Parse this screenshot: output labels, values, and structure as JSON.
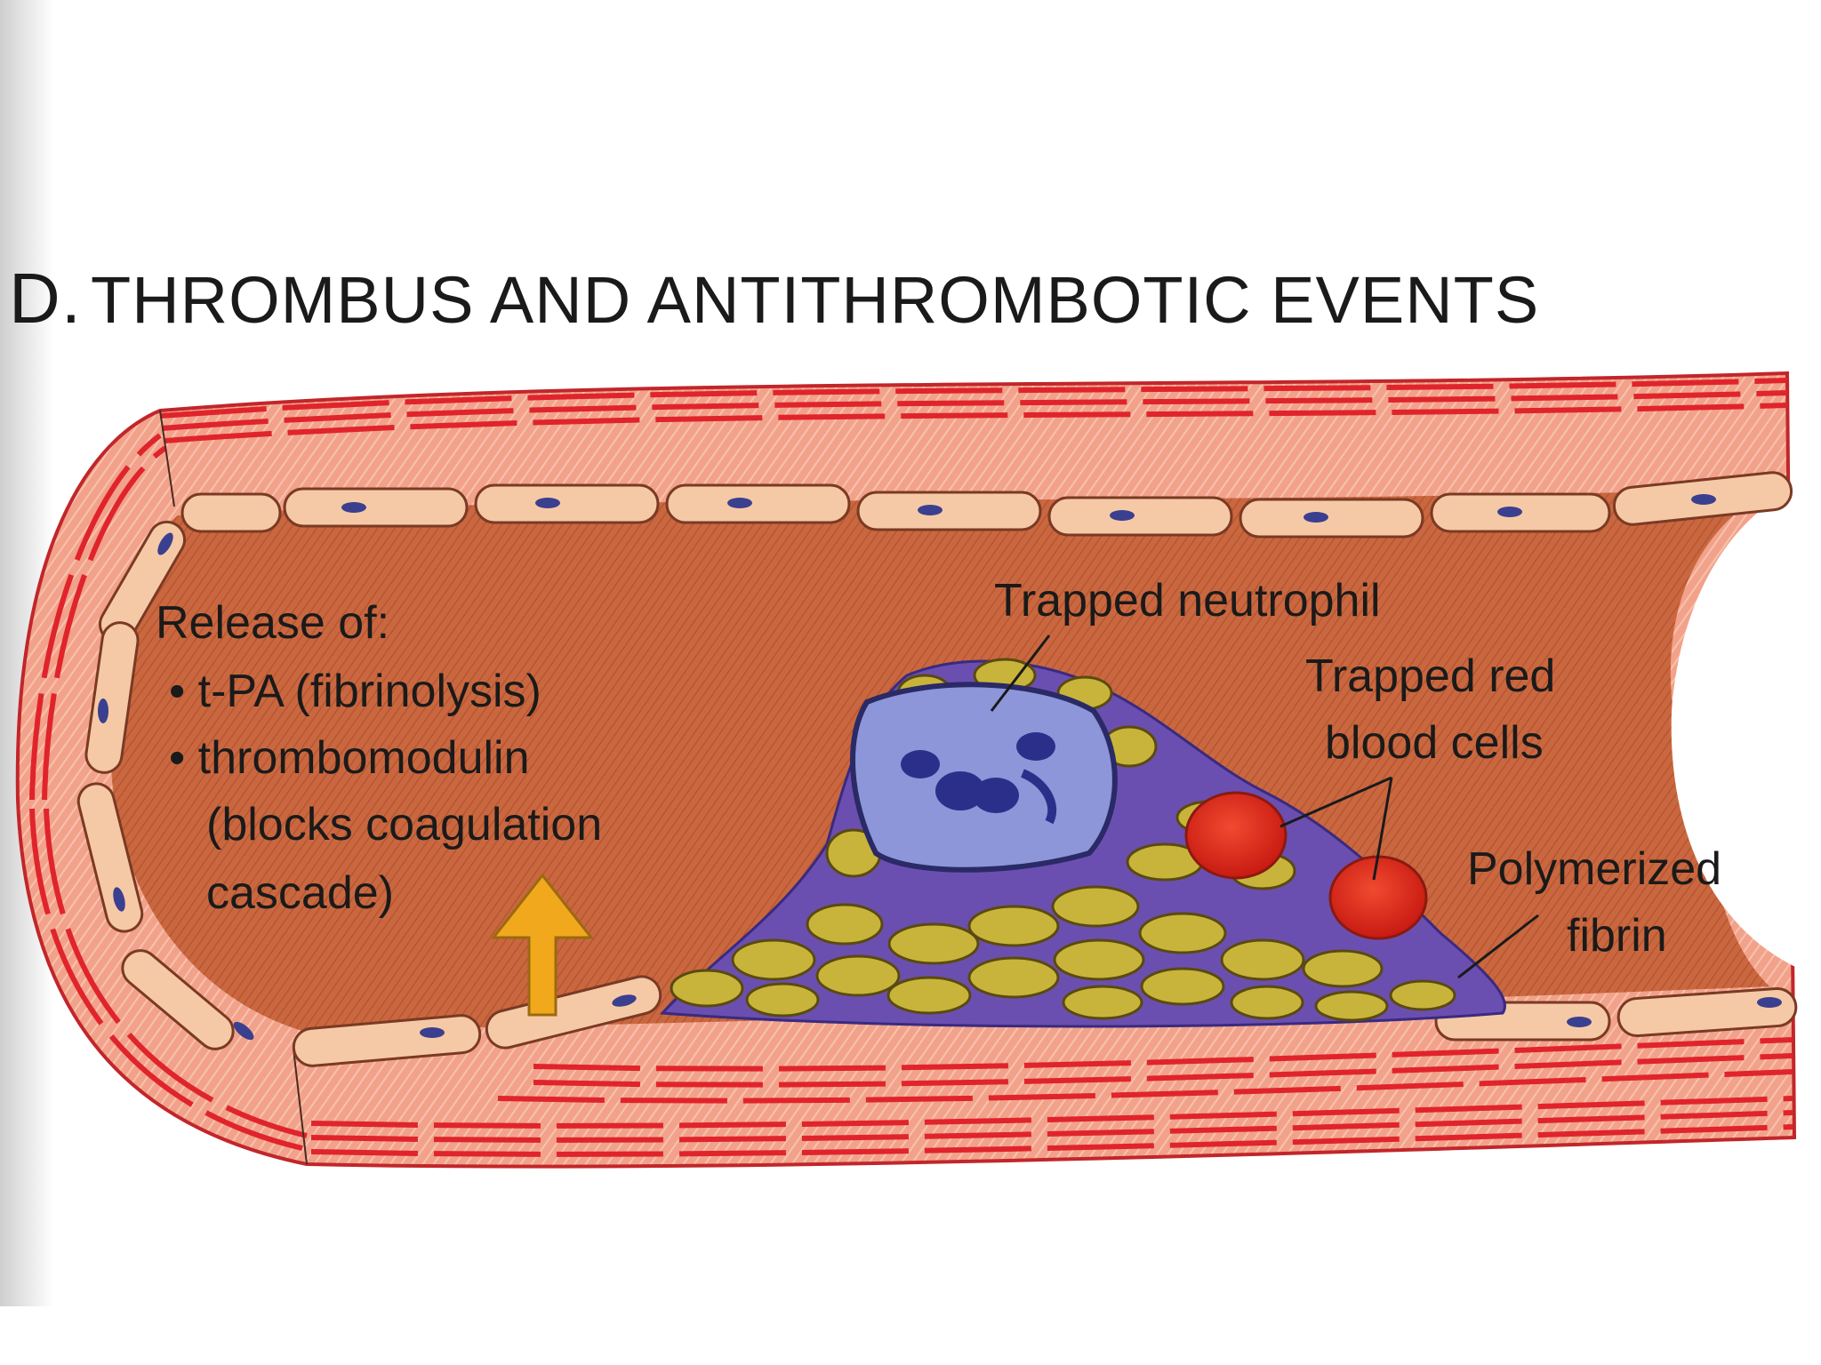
{
  "title": {
    "letter": "D.",
    "text": "THROMBUS AND ANTITHROMBOTIC EVENTS"
  },
  "labels": {
    "release_heading": "Release of:",
    "release_items": [
      "• t-PA (fibrinolysis)",
      "• thrombomodulin",
      "(blocks coagulation",
      "cascade)"
    ],
    "trapped_neutrophil": "Trapped neutrophil",
    "trapped_rbc_line1": "Trapped red",
    "trapped_rbc_line2": "blood cells",
    "polymerized_fibrin_line1": "Polymerized",
    "polymerized_fibrin_line2": "fibrin"
  },
  "colors": {
    "vessel_wall": "#e8644f",
    "wall_stripes": "#e0242c",
    "lumen": "#c8623e",
    "endothelium": "#f6c9a6",
    "endothelium_outline": "#7a3a24",
    "nucleus": "#3b3f8f",
    "platelet": "#c8b43a",
    "fibrin": "#5a3fa8",
    "neutrophil": "#8d96d8",
    "neutrophil_nucleus": "#2c2f8a",
    "red_cell": "#e02a1c",
    "arrow": "#f2a81c"
  }
}
